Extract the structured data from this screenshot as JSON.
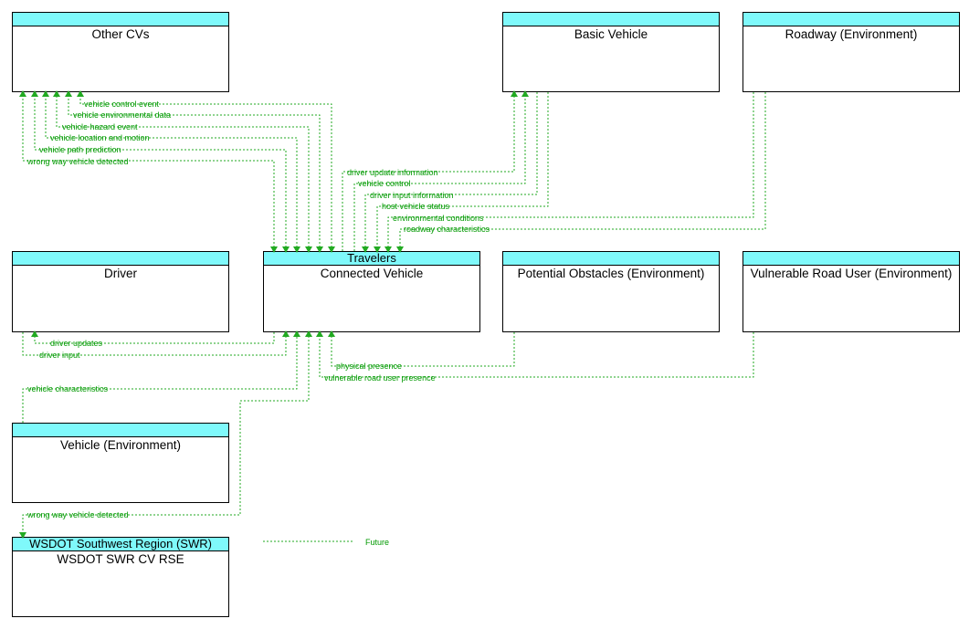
{
  "boxes": {
    "other_cvs": {
      "title": "Other CVs"
    },
    "basic_vehicle": {
      "title": "Basic Vehicle"
    },
    "roadway_env": {
      "title": "Roadway (Environment)"
    },
    "driver": {
      "title": "Driver"
    },
    "connected_vehicle": {
      "group": "Travelers",
      "title": "Connected Vehicle"
    },
    "potential_obstacles": {
      "title": "Potential Obstacles (Environment)"
    },
    "vulnerable_road_user": {
      "title": "Vulnerable Road User (Environment)"
    },
    "vehicle_env": {
      "title": "Vehicle (Environment)"
    },
    "wsdot_rse": {
      "group": "WSDOT Southwest Region (SWR)",
      "title": "WSDOT SWR CV RSE"
    }
  },
  "flows": {
    "vehicle_control_event": "vehicle control event",
    "vehicle_environmental_data": "vehicle environmental data",
    "vehicle_hazard_event": "vehicle hazard event",
    "vehicle_location_and_motion": "vehicle location and motion",
    "vehicle_path_prediction": "vehicle path prediction",
    "wrong_way_vehicle_detected": "wrong way vehicle detected",
    "driver_update_information": "driver update information",
    "vehicle_control": "vehicle control",
    "driver_input_information": "driver input information",
    "host_vehicle_status": "host vehicle status",
    "environmental_conditions": "environmental conditions",
    "roadway_characteristics": "roadway characteristics",
    "driver_updates": "driver updates",
    "driver_input": "driver input",
    "physical_presence": "physical presence",
    "vulnerable_road_user_presence": "vulnerable road user presence",
    "vehicle_characteristics": "vehicle characteristics",
    "wrong_way_vehicle_detected_rse": "wrong way vehicle detected"
  },
  "legend": {
    "label": "Future"
  },
  "colors": {
    "flow": "#22aa22",
    "header": "#7ff9fb"
  }
}
